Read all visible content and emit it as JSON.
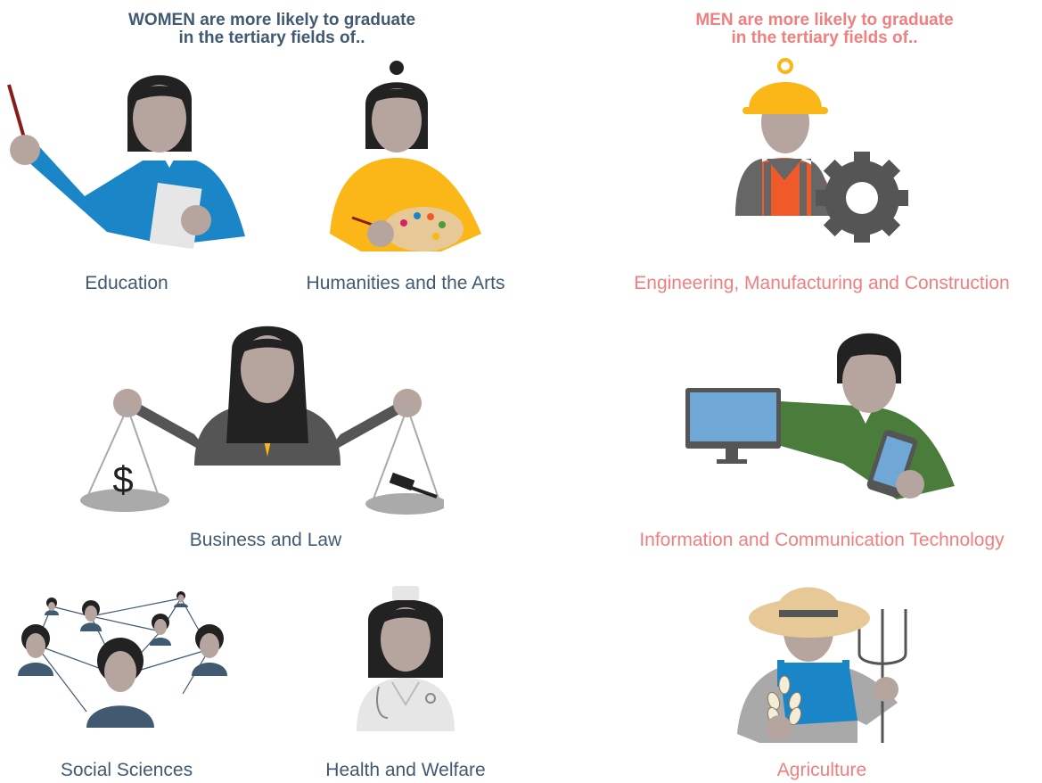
{
  "headers": {
    "women": {
      "line1": "WOMEN are more likely to graduate",
      "line2": "in the tertiary fields of..",
      "color": "#415a72"
    },
    "men": {
      "line1": "MEN are more likely to graduate",
      "line2": "in the tertiary fields of..",
      "color": "#f07f7f"
    }
  },
  "fields": {
    "education": "Education",
    "humanities": "Humanities and the Arts",
    "engineering": "Engineering, Manufacturing and Construction",
    "business": "Business and Law",
    "ict": "Information and Communication Technology",
    "social": "Social Sciences",
    "health": "Health and Welfare",
    "agriculture": "Agriculture"
  },
  "icons": {
    "education": "teacher-icon",
    "humanities": "artist-icon",
    "engineering": "engineer-icon",
    "business": "scales-of-justice-icon",
    "ict": "computer-user-icon",
    "social": "social-network-icon",
    "health": "nurse-icon",
    "agriculture": "farmer-icon"
  },
  "symbols": {
    "dollar": "$"
  }
}
